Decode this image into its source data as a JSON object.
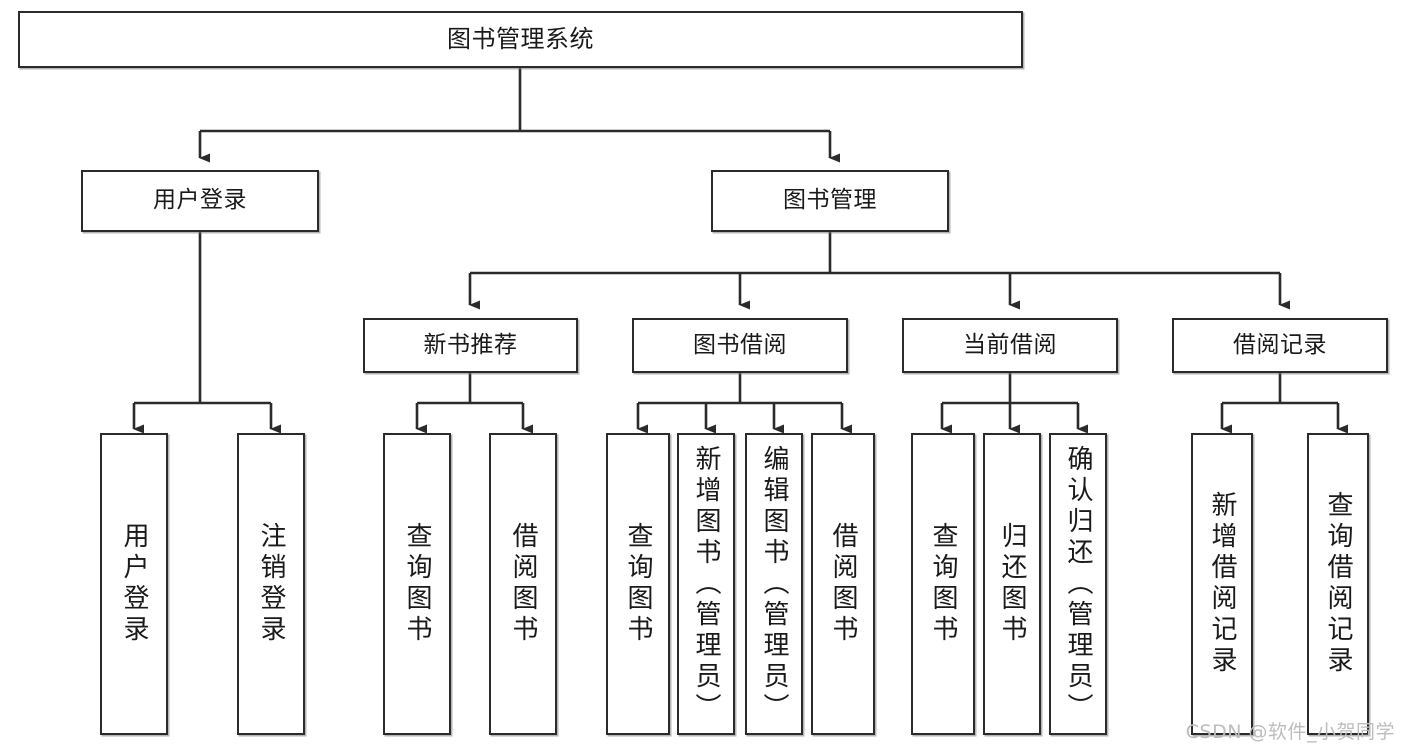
{
  "diagram": {
    "title": "图书管理系统",
    "type": "hierarchy-tree",
    "watermark": "CSDN @软件_小贺同学",
    "colors": {
      "box_border": "#2b2b2b",
      "box_fill": "#ffffff",
      "edge": "#2b2b2b",
      "text": "#1a1a1a",
      "watermark": "#bdbdbd",
      "background": "#ffffff"
    },
    "levels": {
      "root": "图书管理系统",
      "level2": [
        "用户登录",
        "图书管理"
      ],
      "level3": [
        "新书推荐",
        "图书借阅",
        "当前借阅",
        "借阅记录"
      ],
      "leaves": [
        "用户登录",
        "注销登录",
        "查询图书",
        "借阅图书",
        "查询图书",
        "新增图书（管理员）",
        "编辑图书（管理员）",
        "借阅图书",
        "查询图书",
        "归还图书",
        "确认归还（管理员）",
        "新增借阅记录",
        "查询借阅记录"
      ]
    },
    "nodes": {
      "root": {
        "label": "图书管理系统"
      },
      "user_login": {
        "label": "用户登录"
      },
      "book_mgmt": {
        "label": "图书管理"
      },
      "new_book_rec": {
        "label": "新书推荐"
      },
      "book_borrow": {
        "label": "图书借阅"
      },
      "current_borrow": {
        "label": "当前借阅"
      },
      "borrow_record": {
        "label": "借阅记录"
      },
      "leaf_user_login": {
        "label": "用户登录"
      },
      "leaf_logout": {
        "label": "注销登录"
      },
      "leaf_query_book_a": {
        "label": "查询图书"
      },
      "leaf_borrow_book_a": {
        "label": "借阅图书"
      },
      "leaf_query_book_b": {
        "label": "查询图书"
      },
      "leaf_add_book": {
        "label": "新增图书（管理员）"
      },
      "leaf_edit_book": {
        "label": "编辑图书（管理员）"
      },
      "leaf_borrow_book_b": {
        "label": "借阅图书"
      },
      "leaf_query_book_c": {
        "label": "查询图书"
      },
      "leaf_return_book": {
        "label": "归还图书"
      },
      "leaf_confirm_return": {
        "label": "确认归还（管理员）"
      },
      "leaf_add_record": {
        "label": "新增借阅记录"
      },
      "leaf_query_record": {
        "label": "查询借阅记录"
      }
    }
  }
}
